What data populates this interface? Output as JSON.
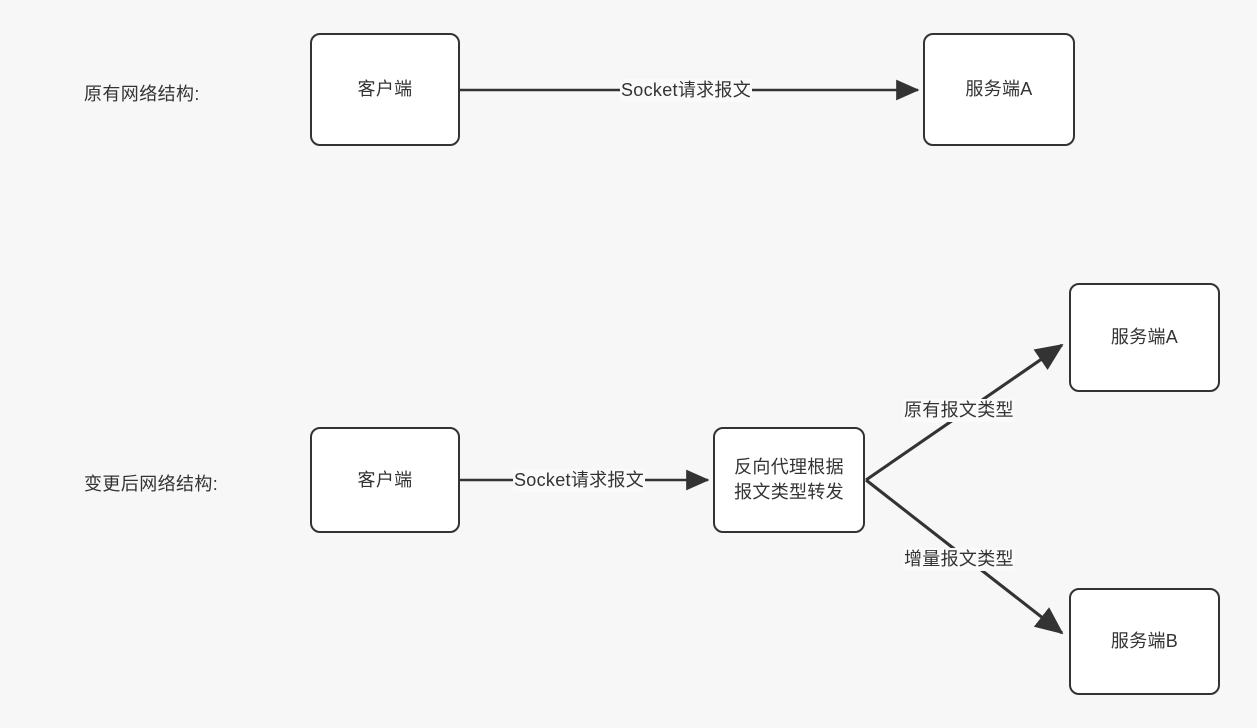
{
  "diagram": {
    "title_visible": false,
    "background_color": "#f7f7f7",
    "stroke_color": "#333333",
    "node_fill": "#ffffff",
    "sections": [
      {
        "id": "original",
        "label": "原有网络结构:",
        "nodes": [
          {
            "id": "client-1",
            "label": "客户端"
          },
          {
            "id": "server-a-1",
            "label": "服务端A"
          }
        ],
        "edges": [
          {
            "id": "edge-client-servera",
            "label": "Socket请求报文",
            "from": "client-1",
            "to": "server-a-1"
          }
        ]
      },
      {
        "id": "changed",
        "label": "变更后网络结构:",
        "nodes": [
          {
            "id": "client-2",
            "label": "客户端"
          },
          {
            "id": "proxy",
            "label": "反向代理根据\n报文类型转发"
          },
          {
            "id": "server-a-2",
            "label": "服务端A"
          },
          {
            "id": "server-b-2",
            "label": "服务端B"
          }
        ],
        "edges": [
          {
            "id": "edge-client-proxy",
            "label": "Socket请求报文",
            "from": "client-2",
            "to": "proxy"
          },
          {
            "id": "edge-proxy-servera",
            "label": "原有报文类型",
            "from": "proxy",
            "to": "server-a-2"
          },
          {
            "id": "edge-proxy-serverb",
            "label": "增量报文类型",
            "from": "proxy",
            "to": "server-b-2"
          }
        ]
      }
    ]
  }
}
